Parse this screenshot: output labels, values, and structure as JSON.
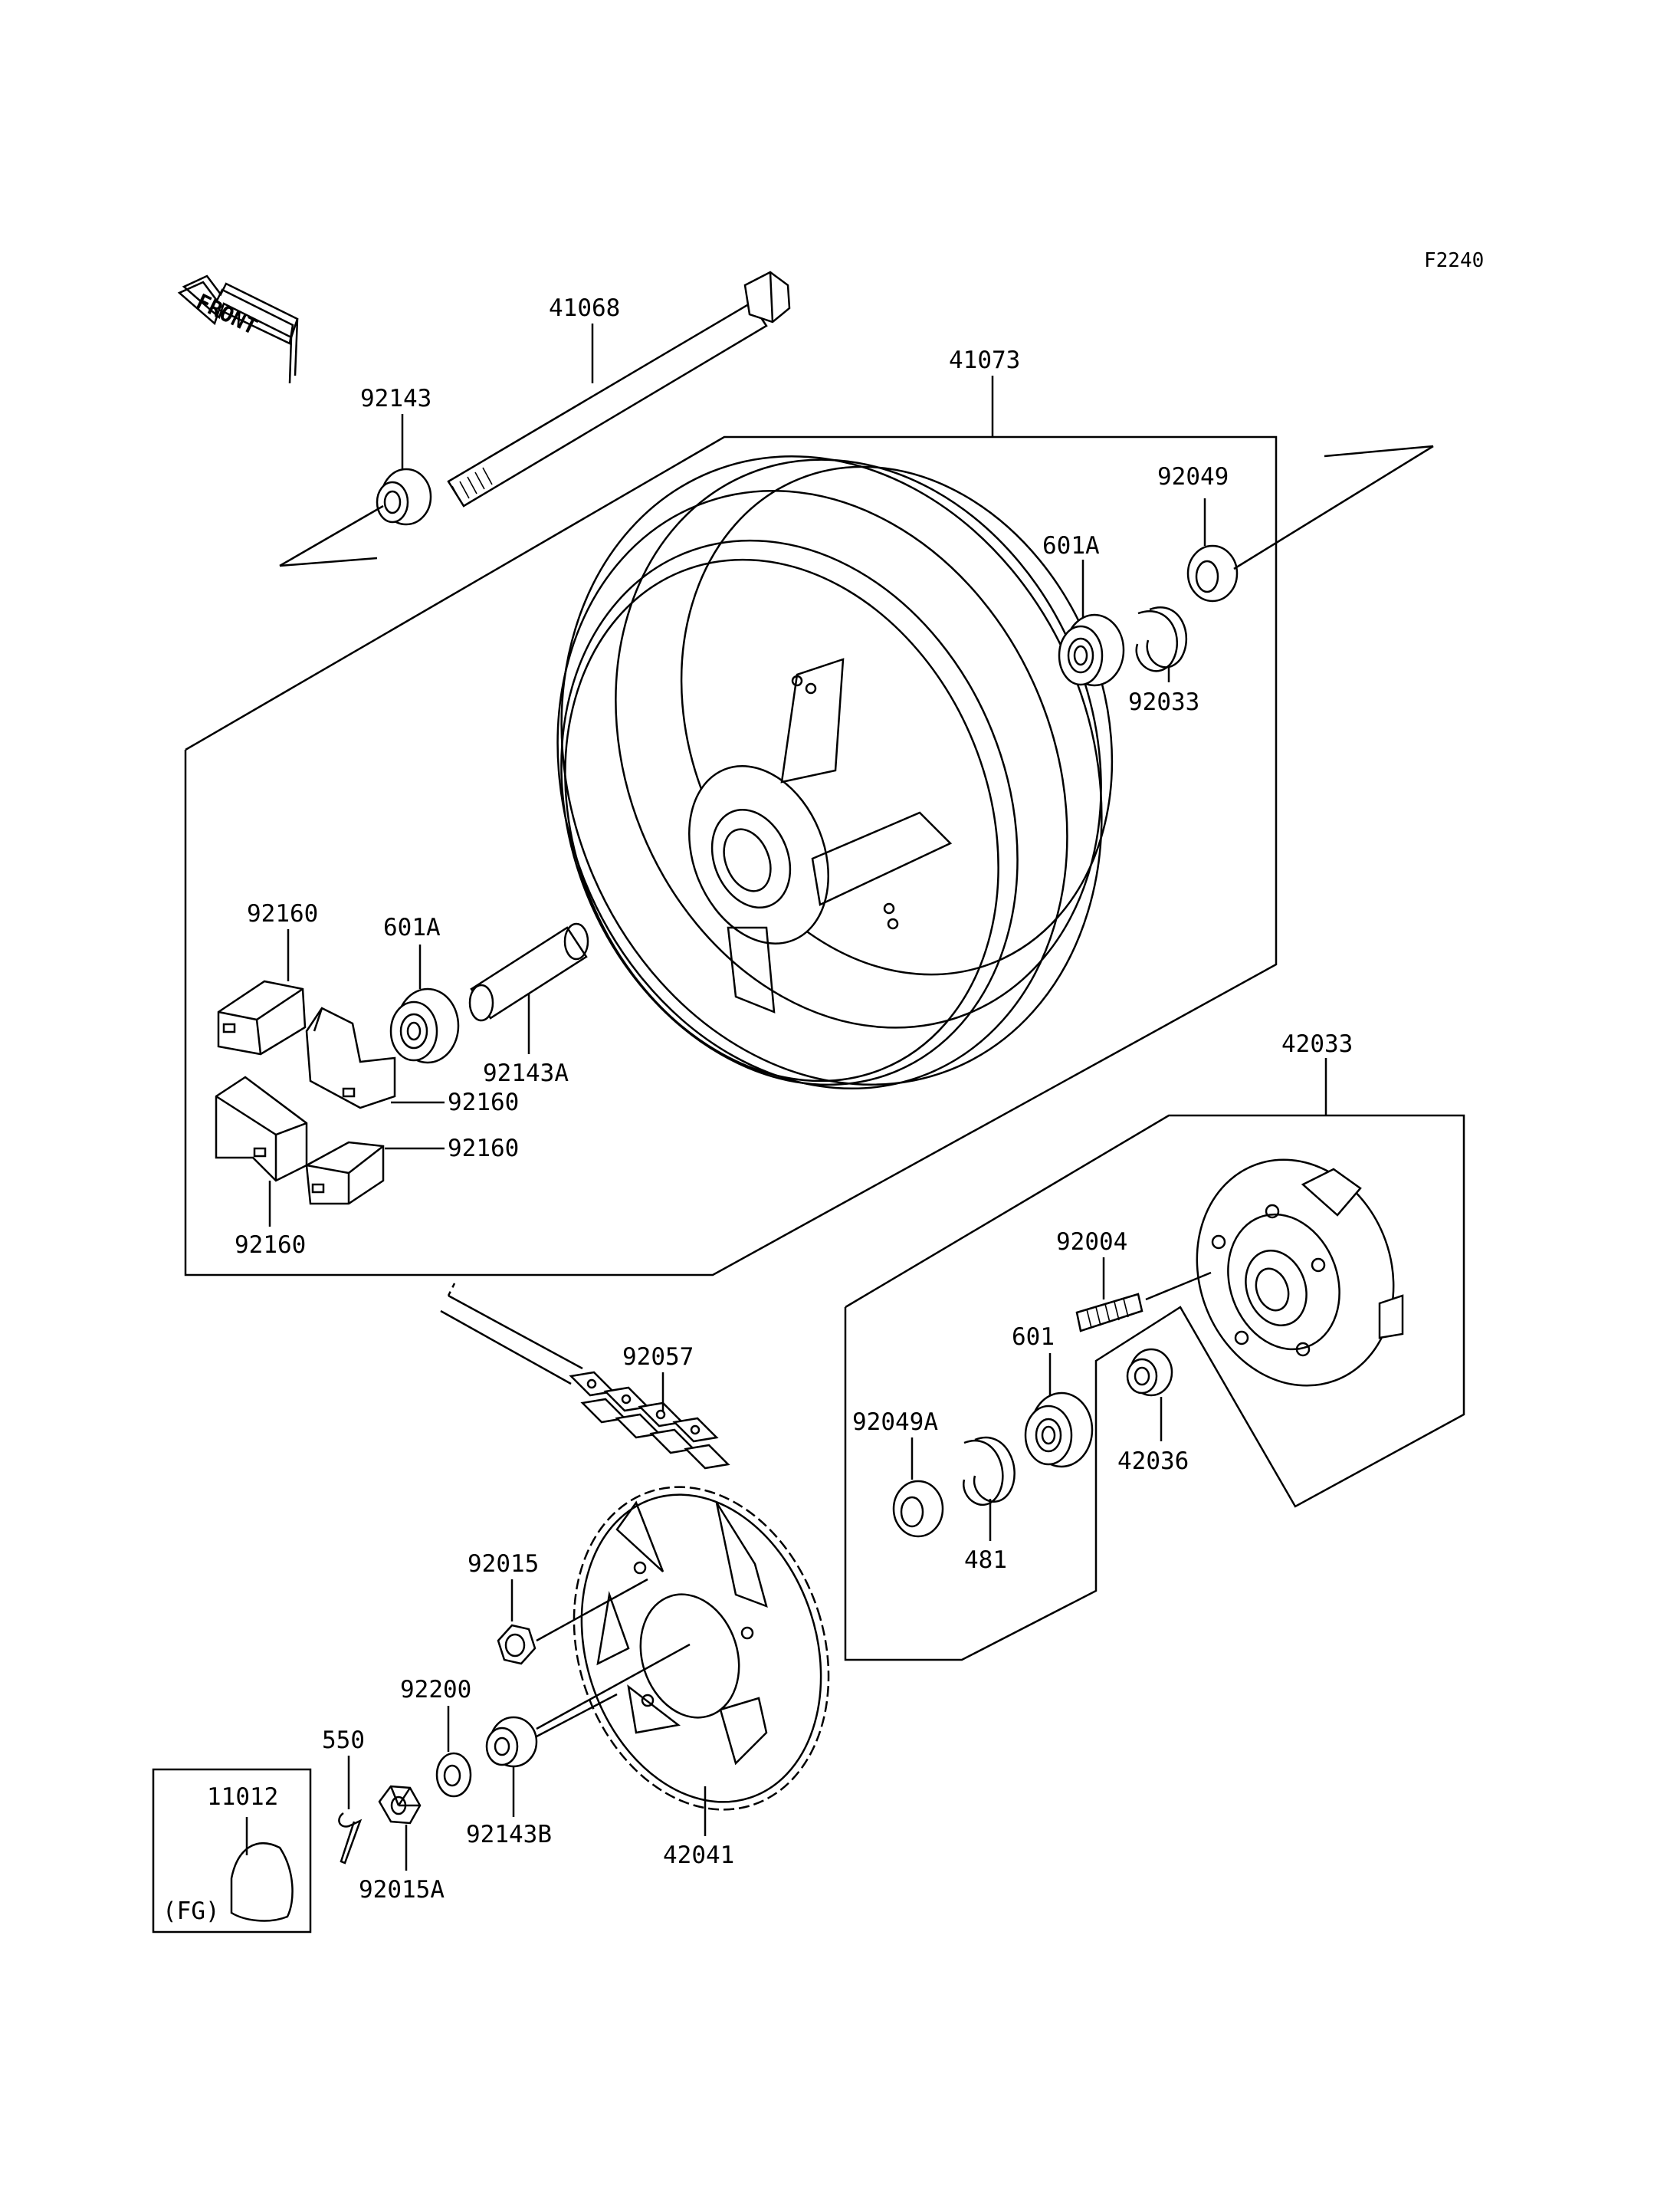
{
  "figure_code": "F2240",
  "front_label": "FRONT",
  "fg_label": "(FG)",
  "labels": {
    "p41068": "41068",
    "p92143": "92143",
    "p41073": "41073",
    "p92049": "92049",
    "p601A_top": "601A",
    "p92033": "92033",
    "p92160_a": "92160",
    "p601A_left": "601A",
    "p92143A": "92143A",
    "p92160_b": "92160",
    "p92160_c": "92160",
    "p92160_d": "92160",
    "p42033": "42033",
    "p92004": "92004",
    "p601": "601",
    "p92049A": "92049A",
    "p42036": "42036",
    "p481": "481",
    "p92057": "92057",
    "p92015": "92015",
    "p92200": "92200",
    "p550": "550",
    "p11012": "11012",
    "p92143B": "92143B",
    "p42041": "42041",
    "p92015A": "92015A"
  }
}
